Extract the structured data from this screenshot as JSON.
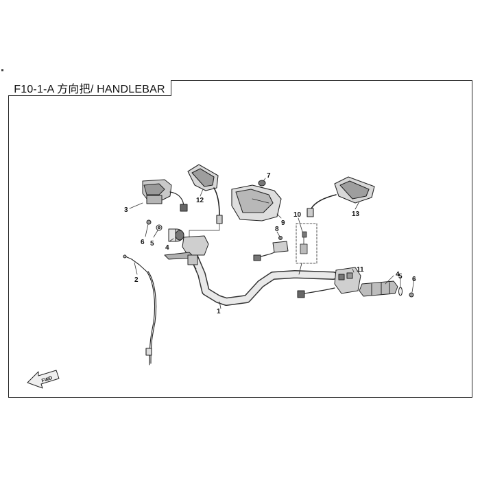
{
  "title": "F10-1-A 方向把/ HANDLEBAR",
  "fwd_label": "FWD",
  "callouts": {
    "c1": "1",
    "c2": "2",
    "c3": "3",
    "c4a": "4",
    "c4b": "4",
    "c5a": "5",
    "c5b": "5",
    "c6a": "6",
    "c6b": "6",
    "c7": "7",
    "c8": "8",
    "c9": "9",
    "c10": "10",
    "c11": "11",
    "c12": "12",
    "c13": "13"
  }
}
